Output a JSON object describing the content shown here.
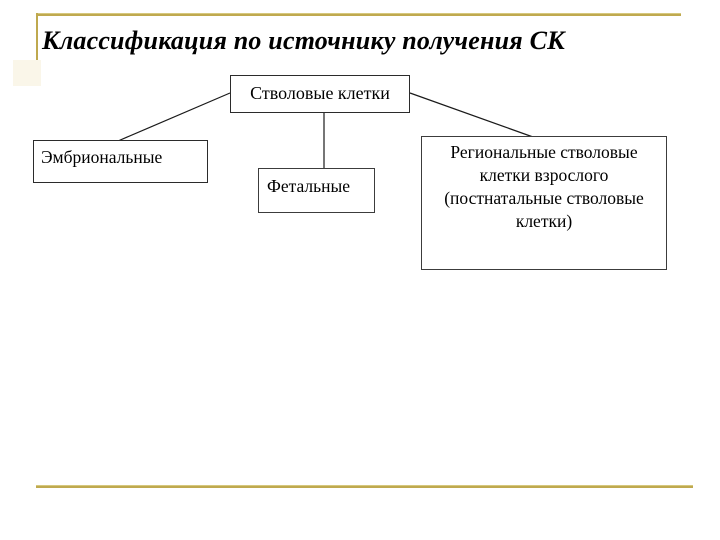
{
  "slide": {
    "title": "Классификация по источнику получения СК"
  },
  "diagram": {
    "root_label": "Стволовые клетки",
    "embryonic_label": "Эмбриональные",
    "fetal_label": "Фетальные",
    "regional_lines": [
      "Региональные стволовые",
      "клетки взрослого",
      "(постнатальные стволовые",
      "клетки)"
    ]
  },
  "colors": {
    "accent_gold": "#BFA94F",
    "box_border": "#2B2B2B",
    "text": "#000000",
    "corner_square": "#FAF6E9"
  }
}
